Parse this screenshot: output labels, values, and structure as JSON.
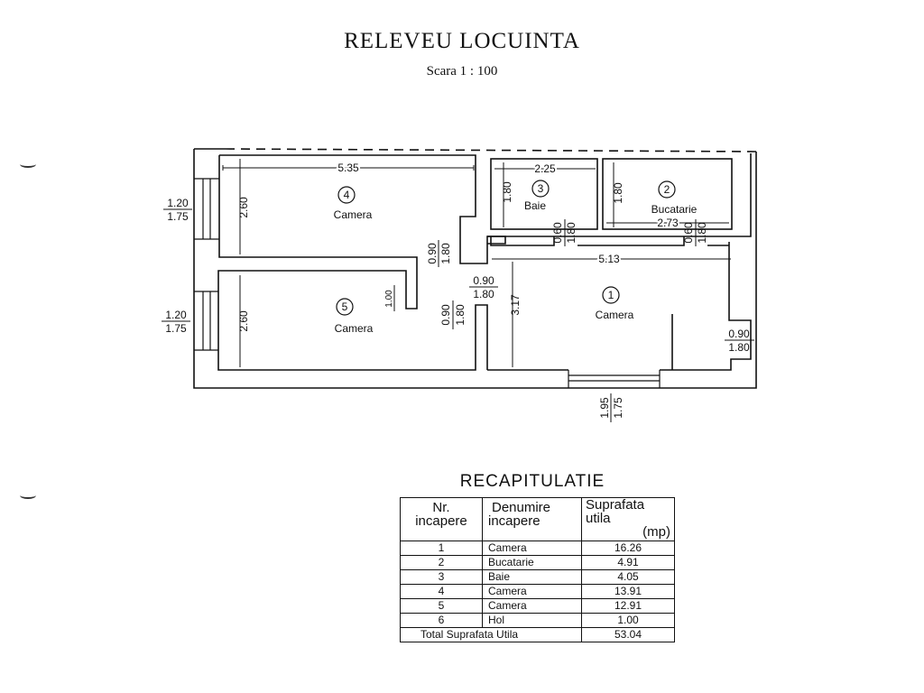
{
  "header": {
    "title": "RELEVEU LOCUINTA",
    "scale": "Scara 1 : 100"
  },
  "plan": {
    "rooms": [
      {
        "nr": "1",
        "name": "Camera"
      },
      {
        "nr": "2",
        "name": "Bucatarie"
      },
      {
        "nr": "3",
        "name": "Baie"
      },
      {
        "nr": "4",
        "name": "Camera"
      },
      {
        "nr": "5",
        "name": "Camera"
      }
    ],
    "dims": {
      "r4_width": "5.35",
      "r4_height": "2.60",
      "r5_height": "2.60",
      "r5_inner": "1.00",
      "r3_width": "2.25",
      "r3_height": "1.80",
      "r2_height": "1.80",
      "r2_width": "2.73",
      "r1_width": "5.13",
      "r1_height": "3.17"
    },
    "openings": {
      "win4_top": "1.20",
      "win4_bot": "1.75",
      "win5_top": "1.20",
      "win5_bot": "1.75",
      "door4_top": "0.90",
      "door4_bot": "1.80",
      "door5_top": "0.90",
      "door5_bot": "1.80",
      "hall_top": "0.90",
      "hall_bot": "1.80",
      "door3_top": "0.60",
      "door3_bot": "1.80",
      "door2_top": "0.60",
      "door2_bot": "1.80",
      "entry_top": "0.90",
      "entry_bot": "1.80",
      "win1_top": "1.95",
      "win1_bot": "1.75"
    }
  },
  "recap": {
    "title": "RECAPITULATIE",
    "headers": {
      "nr_line1": "Nr.",
      "nr_line2": "incapere",
      "den_line1": "Denumire",
      "den_line2": "incapere",
      "sup_line1": "Suprafata",
      "sup_line2": "utila",
      "sup_unit": "(mp)"
    },
    "rows": [
      {
        "nr": "1",
        "name": "Camera",
        "area": "16.26"
      },
      {
        "nr": "2",
        "name": "Bucatarie",
        "area": "4.91"
      },
      {
        "nr": "3",
        "name": "Baie",
        "area": "4.05"
      },
      {
        "nr": "4",
        "name": "Camera",
        "area": "13.91"
      },
      {
        "nr": "5",
        "name": "Camera",
        "area": "12.91"
      },
      {
        "nr": "6",
        "name": "Hol",
        "area": "1.00"
      }
    ],
    "total_label": "Total Suprafata Utila",
    "total_value": "53.04"
  }
}
